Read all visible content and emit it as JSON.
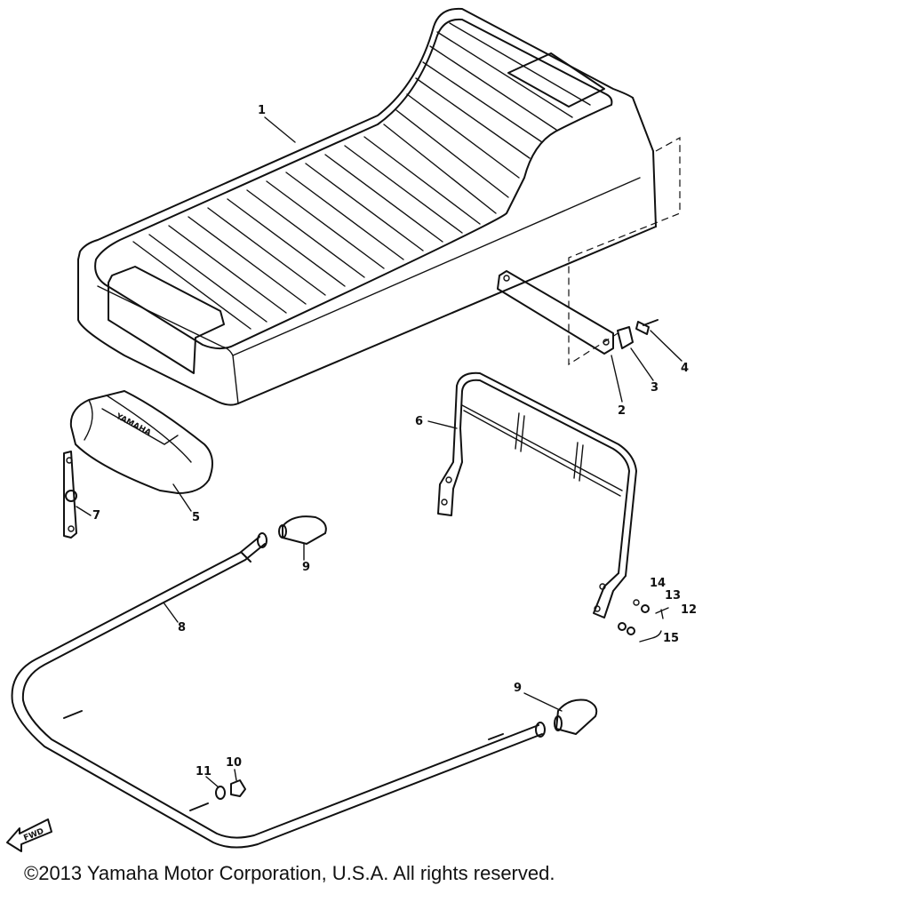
{
  "diagram": {
    "callouts": {
      "c1": "1",
      "c2": "2",
      "c3": "3",
      "c4": "4",
      "c5": "5",
      "c6": "6",
      "c7": "7",
      "c8": "8",
      "c9a": "9",
      "c9b": "9",
      "c10": "10",
      "c11": "11",
      "c12": "12",
      "c13": "13",
      "c14": "14",
      "c15": "15"
    },
    "forward_arrow": "FWD",
    "tool_bag_logo": "YAMAHA"
  },
  "footer": {
    "copyright": "©2013 Yamaha Motor Corporation, U.S.A. All rights reserved."
  }
}
